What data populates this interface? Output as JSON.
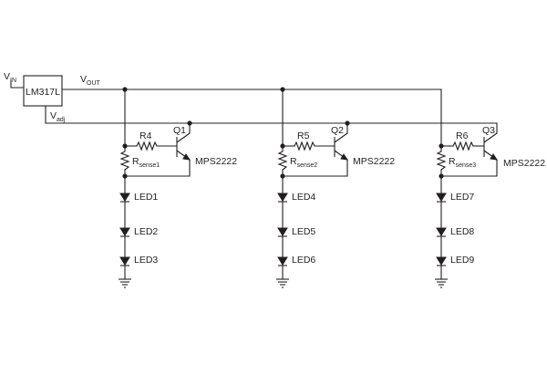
{
  "regulator": {
    "part": "LM317L",
    "vin_label": "V",
    "vin_sub": "IN",
    "vout_label": "V",
    "vout_sub": "OUT",
    "vadj_label": "V",
    "vadj_sub": "adj"
  },
  "channels": [
    {
      "resistor": "R4",
      "transistor": "Q1",
      "sense_label": "R",
      "sense_sub": "sense1",
      "part": "MPS2222",
      "leds": [
        "LED1",
        "LED2",
        "LED3"
      ]
    },
    {
      "resistor": "R5",
      "transistor": "Q2",
      "sense_label": "R",
      "sense_sub": "sense2",
      "part": "MPS2222",
      "leds": [
        "LED4",
        "LED5",
        "LED6"
      ]
    },
    {
      "resistor": "R6",
      "transistor": "Q3",
      "sense_label": "R",
      "sense_sub": "sense3",
      "part": "MPS2222",
      "leds": [
        "LED7",
        "LED8",
        "LED9"
      ]
    }
  ],
  "colors": {
    "ink": "#231f20",
    "background": "#ffffff"
  }
}
